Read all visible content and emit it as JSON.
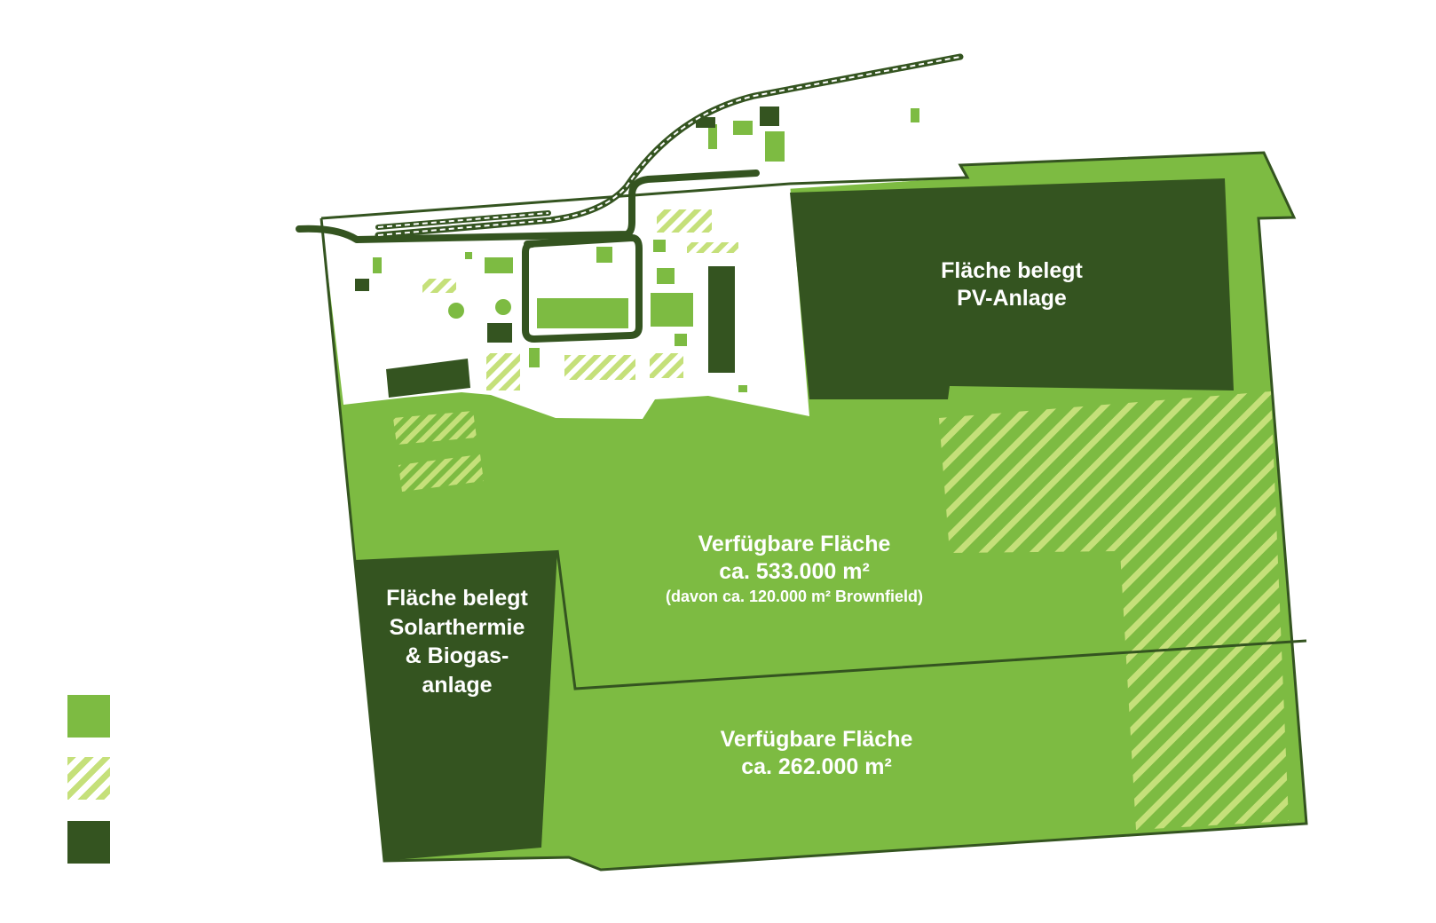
{
  "colors": {
    "available": "#7dbb42",
    "hatch_light": "#c5e07a",
    "occupied": "#345420",
    "road": "#345420",
    "background": "#ffffff"
  },
  "areas": {
    "pv": {
      "line1": "Fläche belegt",
      "line2": "PV-Anlage"
    },
    "solar": {
      "line1": "Fläche belegt",
      "line2": "Solarthermie",
      "line3": "& Biogas-",
      "line4": "anlage"
    },
    "main": {
      "line1": "Verfügbare Fläche",
      "line2": "ca. 533.000 m²",
      "line3": "(davon ca. 120.000 m² Brownfield)"
    },
    "south": {
      "line1": "Verfügbare Fläche",
      "line2": "ca. 262.000 m²"
    }
  },
  "legend": {
    "items": [
      {
        "style": "available",
        "label": ""
      },
      {
        "style": "hatched",
        "label": ""
      },
      {
        "style": "occupied",
        "label": ""
      }
    ]
  }
}
